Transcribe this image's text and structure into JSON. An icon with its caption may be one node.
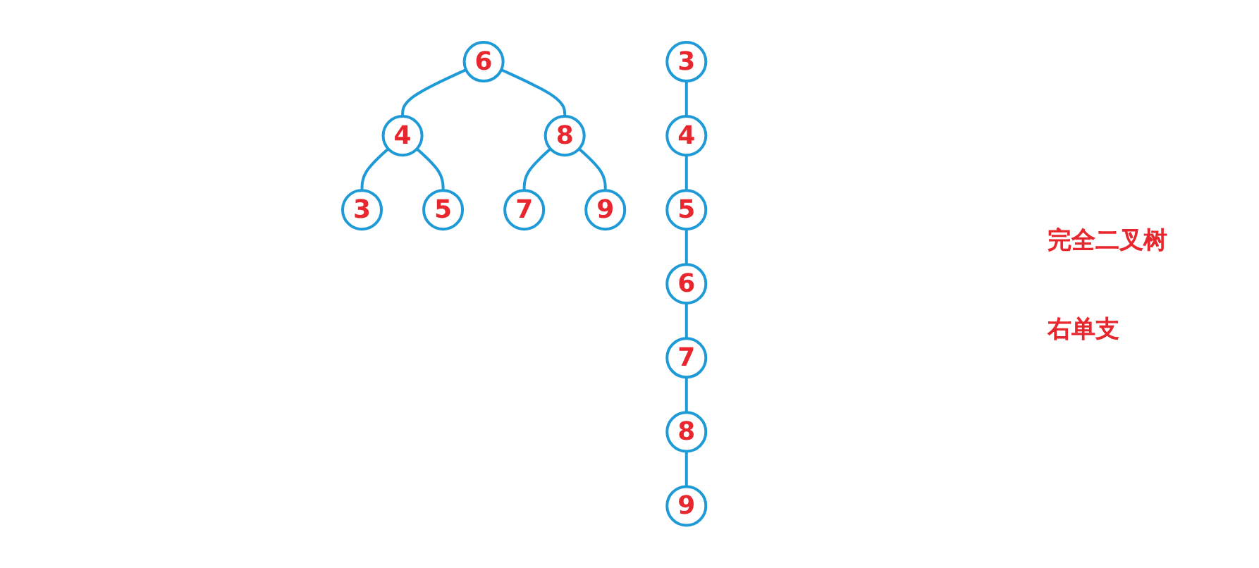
{
  "diagram": {
    "nodes": [
      {
        "text": [
          "6"
        ]
      },
      {
        "text": [
          "4"
        ]
      },
      {
        "text": [
          "8"
        ]
      },
      {
        "text": [
          "3"
        ]
      },
      {
        "text": [
          "5"
        ]
      },
      {
        "text": [
          "7"
        ]
      },
      {
        "text": [
          "9"
        ]
      },
      {
        "text": [
          "3"
        ]
      },
      {
        "text": [
          "4"
        ]
      },
      {
        "text": [
          "5"
        ]
      },
      {
        "text": [
          "6"
        ]
      },
      {
        "text": [
          "7"
        ]
      },
      {
        "text": [
          "8"
        ]
      },
      {
        "text": [
          "9"
        ]
      }
    ],
    "edges": [
      {
        "from": 0,
        "to": 1,
        "arrow": "none"
      },
      {
        "from": 0,
        "to": 2,
        "arrow": "none"
      },
      {
        "from": 1,
        "to": 3,
        "arrow": "none"
      },
      {
        "from": 1,
        "to": 4,
        "arrow": "none"
      },
      {
        "from": 2,
        "to": 5,
        "arrow": "none"
      },
      {
        "from": 2,
        "to": 6,
        "arrow": "none"
      },
      {
        "from": 7,
        "to": 8,
        "arrow": "none"
      },
      {
        "from": 8,
        "to": 9,
        "arrow": "none"
      },
      {
        "from": 9,
        "to": 10,
        "arrow": "none"
      },
      {
        "from": 10,
        "to": 11,
        "arrow": "none"
      },
      {
        "from": 11,
        "to": 12,
        "arrow": "none"
      },
      {
        "from": 12,
        "to": 13,
        "arrow": "none"
      }
    ],
    "labels": [
      "完全二叉树",
      "右单支"
    ]
  }
}
